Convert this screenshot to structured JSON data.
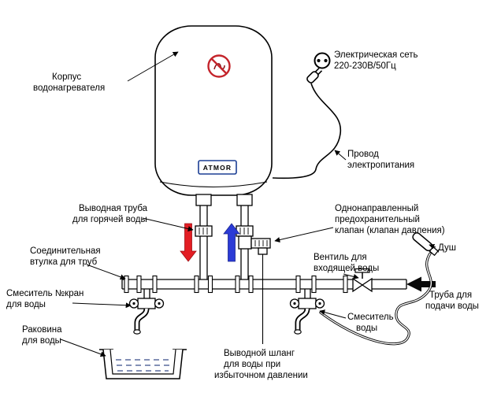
{
  "diagram": {
    "brand_label": "ATMOR",
    "colors": {
      "hot_arrow": "#e31e24",
      "cold_arrow": "#2b3bd6",
      "brand_blue": "#1b3e94",
      "emblem_red": "#c4242b",
      "supply_arrow": "#0a0a0a",
      "water_dash": "#5a6c9e"
    },
    "labels": {
      "korpus_1": "Корпус",
      "korpus_2": "водонагревателя",
      "set_1": "Электрическая сеть",
      "set_2": "220-230В/50Гц",
      "provod_1": "Провод",
      "provod_2": "электропитания",
      "truba_gor_1": "Выводная труба",
      "truba_gor_2": "для горячей воды",
      "klapan_1": "Однонаправленный",
      "klapan_2": "предохранительный",
      "klapan_3": "клапан (клапан давления)",
      "vtulka_1": "Соединительная",
      "vtulka_2": "втулка для труб",
      "smes_kran_1": "Смеситель №кран",
      "smes_kran_2": "для воды",
      "rakovina_1": "Раковина",
      "rakovina_2": "для воды",
      "ventil_1": "Вентиль для",
      "ventil_2": "входящей воды",
      "dush": "Душ",
      "truba_pod_1": "Труба для",
      "truba_pod_2": "подачи воды",
      "shlang_1": "Выводной шланг",
      "shlang_2": "для воды при",
      "shlang_3": "избыточном давлении",
      "smes_vody_1": "Смеситель",
      "smes_vody_2": "воды"
    }
  }
}
